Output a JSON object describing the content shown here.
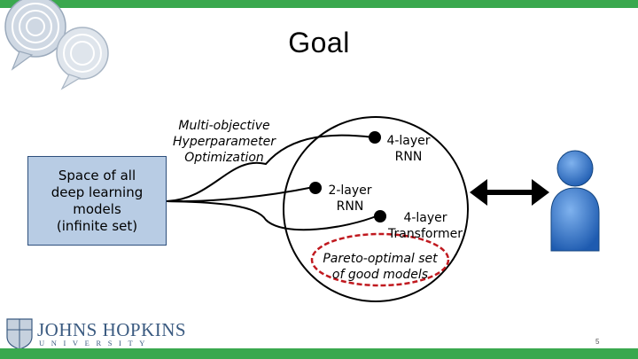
{
  "slide": {
    "title": "Goal",
    "page_number": "5"
  },
  "diagram": {
    "space_box": "Space of all\ndeep learning\nmodels\n(infinite set)",
    "optimization_label": "Multi-objective\nHyperparameter\nOptimization",
    "model_4layer_rnn": "4-layer\nRNN",
    "model_2layer_rnn": "2-layer\nRNN",
    "model_4layer_transformer": "4-layer\nTransformer",
    "pareto_label": "Pareto-optimal set\nof good models"
  },
  "footer": {
    "logo_name": "JOHNS HOPKINS",
    "logo_sub": "UNIVERSITY"
  },
  "colors": {
    "accent_green": "#3aa84e",
    "box_fill": "#b8cce4",
    "pareto_ellipse": "#c0191f",
    "person_blue": "#2a6fc7"
  }
}
